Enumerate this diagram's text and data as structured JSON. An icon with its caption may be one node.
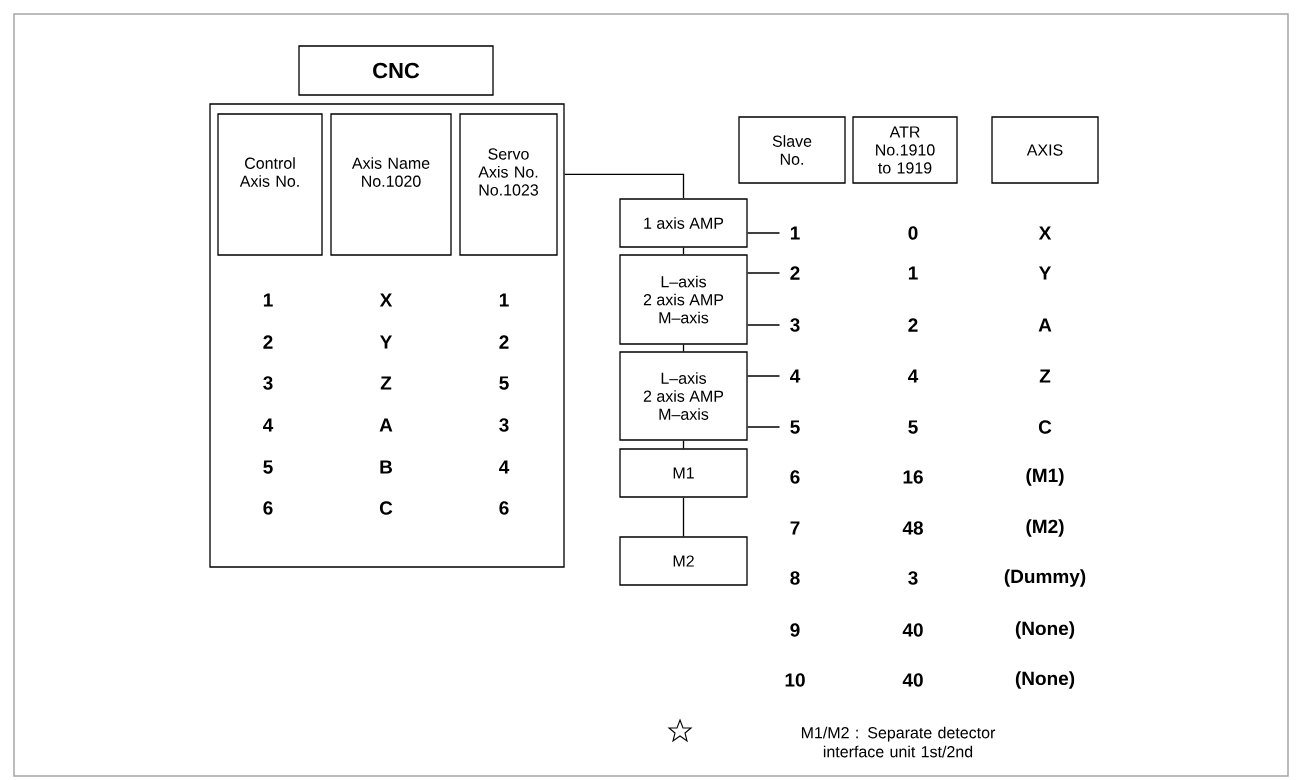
{
  "diagram": {
    "nodes": [
      {
        "text": [
          "CNC"
        ]
      },
      {
        "text": [],
        "shape": "box"
      },
      {
        "text": [
          "Control Axis No."
        ],
        "in": 1
      },
      {
        "text": [
          "Axis Name No.1020"
        ],
        "in": 1
      },
      {
        "text": [
          "Servo Axis No. No.1023"
        ],
        "in": 1
      },
      {
        "text": [
          "1 axis AMP"
        ]
      },
      {
        "text": [
          "L–axis",
          "2 axis AMP",
          "M–axis"
        ]
      },
      {
        "text": [
          "L–axis",
          "2 axis AMP",
          "M–axis"
        ]
      },
      {
        "text": [
          "M1"
        ]
      },
      {
        "text": [
          "M2"
        ]
      },
      {
        "text": [
          "Slave No."
        ]
      },
      {
        "text": [
          "ATR No.1910 to 1919"
        ]
      },
      {
        "text": [
          "AXIS"
        ]
      },
      {
        "text": [
          "1"
        ]
      },
      {
        "text": [
          "2"
        ]
      },
      {
        "text": [
          "3"
        ]
      },
      {
        "text": [
          "4"
        ]
      },
      {
        "text": [
          "5"
        ]
      }
    ],
    "edges": [
      {
        "from": 1,
        "to": 5,
        "arrow": "none"
      },
      {
        "from": 5,
        "to": 6,
        "arrow": "none"
      },
      {
        "from": 6,
        "to": 7,
        "arrow": "none"
      },
      {
        "from": 7,
        "to": 8,
        "arrow": "none"
      },
      {
        "from": 8,
        "to": 9,
        "arrow": "none"
      },
      {
        "from": 5,
        "to": 13,
        "arrow": "none"
      },
      {
        "from": 6,
        "to": 14,
        "arrow": "none"
      },
      {
        "from": 6,
        "to": 15,
        "arrow": "none"
      },
      {
        "from": 7,
        "to": 16,
        "arrow": "none"
      },
      {
        "from": 7,
        "to": 17,
        "arrow": "none"
      }
    ],
    "labels": [
      "1",
      "X",
      "1",
      "2",
      "Y",
      "2",
      "3",
      "Z",
      "5",
      "4",
      "A",
      "3",
      "5",
      "B",
      "4",
      "6",
      "C",
      "6",
      "0",
      "X",
      "1",
      "Y",
      "2",
      "A",
      "4",
      "Z",
      "5",
      "C",
      "6",
      "16",
      "(M1)",
      "7",
      "48",
      "(M2)",
      "8",
      "3",
      "(Dummy)",
      "9",
      "40",
      "(None)",
      "10",
      "40",
      "(None)",
      "M1/M2 : Separate detector interface unit 1st/2nd"
    ]
  }
}
